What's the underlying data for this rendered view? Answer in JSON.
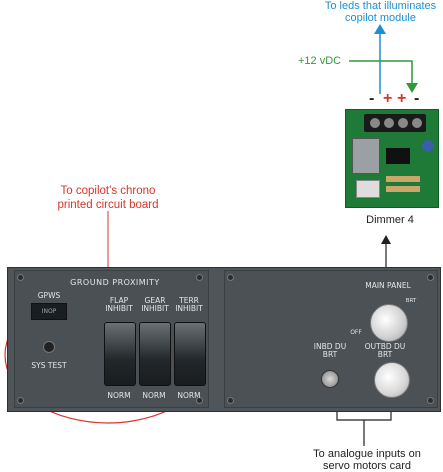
{
  "callouts": {
    "leds": "To leds that illuminates copilot module",
    "power": "+12 vDC",
    "chrono": "To copilot's chrono printed circuit board",
    "dimmer": "Dimmer 4",
    "analogue": "To analogue inputs on servo motors card"
  },
  "terminals": {
    "signs": [
      "-",
      "+",
      "+",
      "-"
    ]
  },
  "panel": {
    "title": "GROUND PROXIMITY",
    "gpws": "GPWS",
    "inop": "INOP",
    "sys_test": "SYS TEST",
    "flap": "FLAP INHIBIT",
    "gear": "GEAR INHIBIT",
    "terr": "TERR INHIBIT",
    "norm": "NORM",
    "main_panel": "MAIN PANEL",
    "off": "OFF",
    "bright": "BRT",
    "inbd": "INBD DU BRT",
    "outbd": "OUTBD DU BRT"
  },
  "colors": {
    "blue_arrow": "#1e8fd0",
    "green_arrow": "#2e9a3c",
    "red_callout": "#d9342b",
    "panel_gray": "#4f5559",
    "pcb_green": "#1e7a36"
  }
}
